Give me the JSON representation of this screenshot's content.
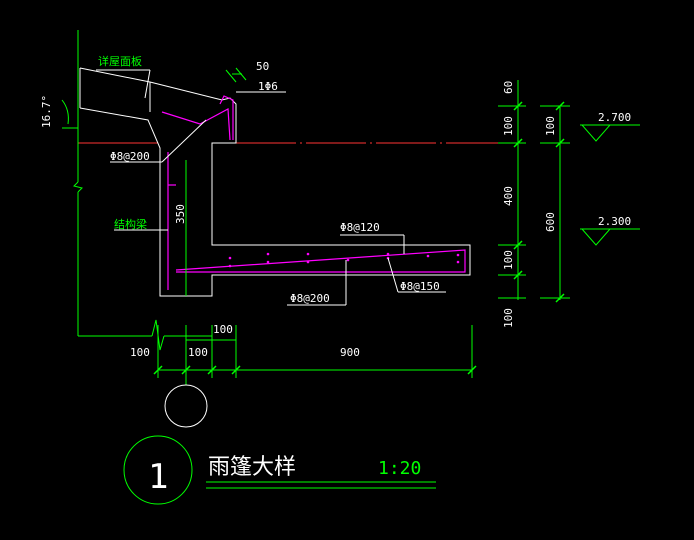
{
  "colors": {
    "background": "#000000",
    "outline": "#ffffff",
    "rebar": "#ff00ff",
    "dimension": "#00ff00",
    "axis": "#ff3333",
    "text": "#ffffff",
    "green_text": "#00ff00"
  },
  "labels": {
    "roof_tile": "详屋面板",
    "tile_width": "50",
    "rebar_top": "1Φ6",
    "slope_angle": "16.7°",
    "stirrup": "Φ8@200",
    "beam": "结构梁",
    "beam_height": "350",
    "top_bar": "Φ8@120",
    "bottom_bar": "Φ8@200",
    "dist_bar": "Φ8@150"
  },
  "dimensions": {
    "right_outer": [
      "60",
      "100",
      "400",
      "100",
      "100"
    ],
    "right_inner": [
      "100",
      "600"
    ],
    "bottom_top": "100",
    "bottom_row": [
      "100",
      "100",
      "900"
    ]
  },
  "elevations": {
    "upper": "2.700",
    "lower": "2.300"
  },
  "title": {
    "number": "1",
    "name": "雨篷大样",
    "scale": "1:20"
  }
}
